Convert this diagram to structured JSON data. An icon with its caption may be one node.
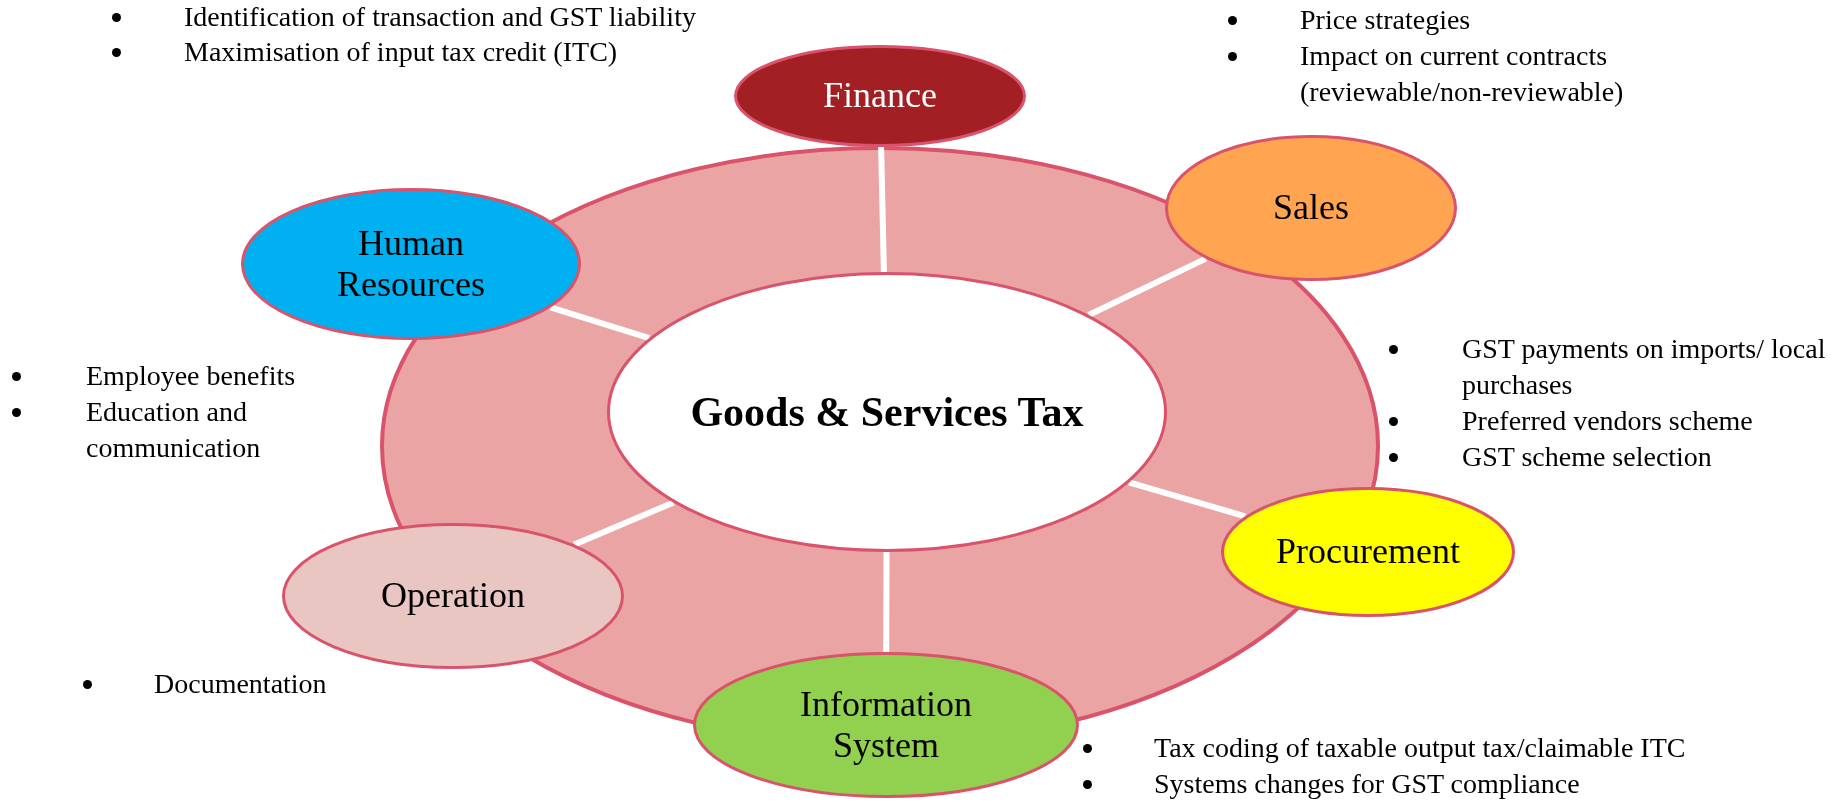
{
  "diagram": {
    "nodes": [
      {
        "text": [
          "Goods & Services Tax"
        ]
      },
      {
        "text": [
          "Finance"
        ],
        "beside": [
          "Identification of transaction and  GST liability",
          "Maximisation of input tax credit (ITC)"
        ]
      },
      {
        "text": [
          "Human Resources"
        ],
        "beside": [
          "Employee benefits",
          "Education and communication"
        ]
      },
      {
        "text": [
          "Sales"
        ],
        "beside": [
          "Price strategies",
          "Impact on current contracts (reviewable/non-reviewable)"
        ]
      },
      {
        "text": [
          "Procurement"
        ],
        "beside": [
          "GST payments on imports/ local purchases",
          "Preferred vendors scheme",
          "GST scheme selection"
        ]
      },
      {
        "text": [
          "Operation"
        ],
        "beside": [
          "Documentation"
        ]
      },
      {
        "text": [
          "Information System"
        ],
        "beside": [
          "Tax coding of taxable output tax/claimable ITC",
          "Systems changes for GST compliance"
        ]
      }
    ],
    "edges": [
      {
        "from": 0,
        "to": 1,
        "arrow": "none"
      },
      {
        "from": 0,
        "to": 2,
        "arrow": "none"
      },
      {
        "from": 0,
        "to": 3,
        "arrow": "none"
      },
      {
        "from": 0,
        "to": 4,
        "arrow": "none"
      },
      {
        "from": 0,
        "to": 5,
        "arrow": "none"
      },
      {
        "from": 0,
        "to": 6,
        "arrow": "none"
      }
    ]
  }
}
